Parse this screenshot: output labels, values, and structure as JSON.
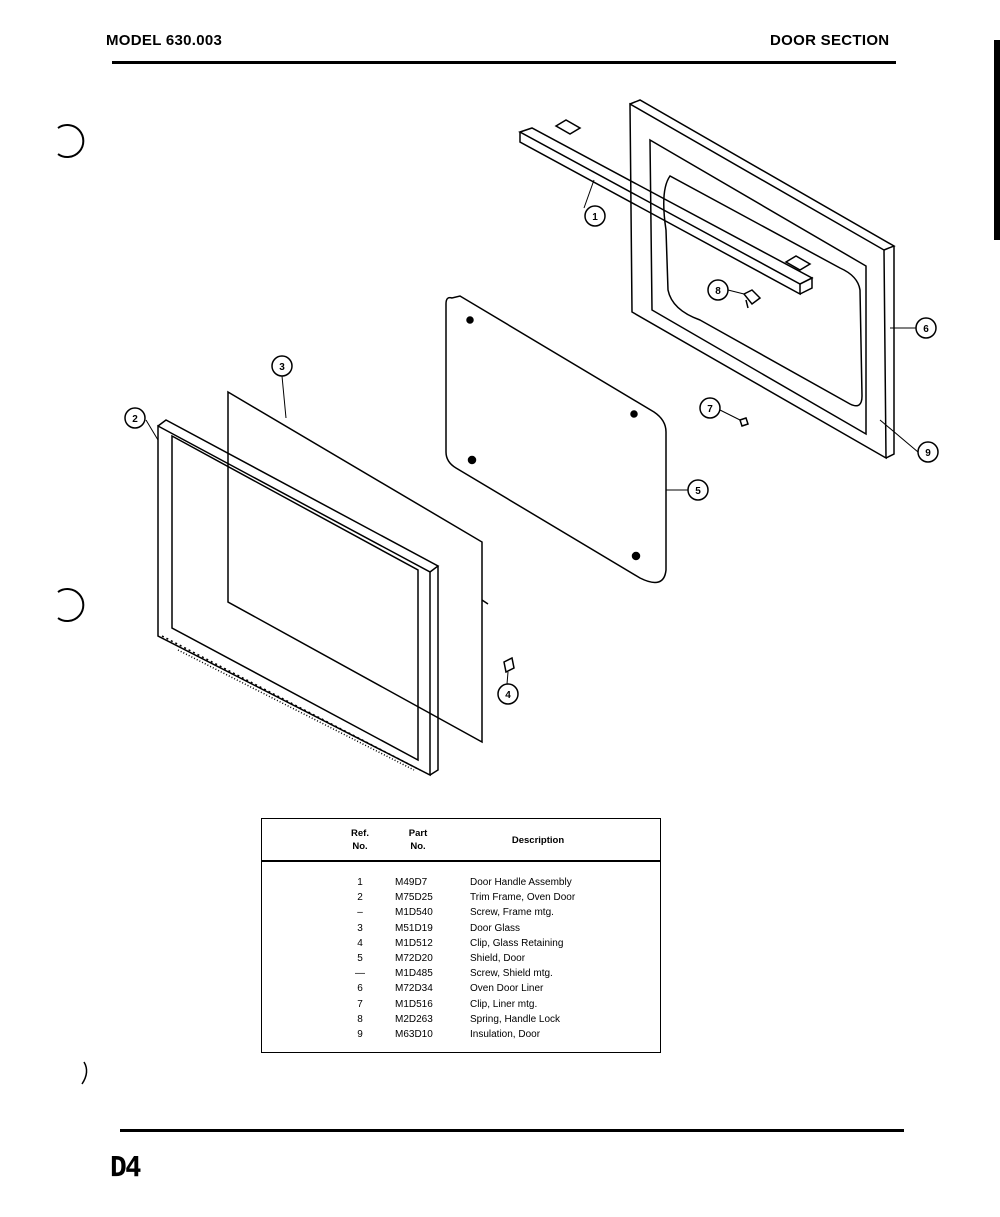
{
  "header": {
    "model": "MODEL 630.003",
    "section": "DOOR SECTION"
  },
  "footer": {
    "page": "D4"
  },
  "callouts": [
    "1",
    "2",
    "3",
    "4",
    "5",
    "6",
    "7",
    "8",
    "9"
  ],
  "parts_table": {
    "headers": {
      "ref_line1": "Ref.",
      "ref_line2": "No.",
      "part_line1": "Part",
      "part_line2": "No.",
      "description": "Description"
    },
    "rows": [
      {
        "ref": "1",
        "part": "M49D7",
        "desc": "Door Handle Assembly"
      },
      {
        "ref": "2",
        "part": "M75D25",
        "desc": "Trim Frame, Oven Door"
      },
      {
        "ref": "–",
        "part": "M1D540",
        "desc": "Screw, Frame mtg."
      },
      {
        "ref": "3",
        "part": "M51D19",
        "desc": "Door Glass"
      },
      {
        "ref": "4",
        "part": "M1D512",
        "desc": "Clip, Glass Retaining"
      },
      {
        "ref": "5",
        "part": "M72D20",
        "desc": "Shield, Door"
      },
      {
        "ref": "—",
        "part": "M1D485",
        "desc": "Screw, Shield mtg."
      },
      {
        "ref": "6",
        "part": "M72D34",
        "desc": "Oven Door Liner"
      },
      {
        "ref": "7",
        "part": "M1D516",
        "desc": "Clip, Liner mtg."
      },
      {
        "ref": "8",
        "part": "M2D263",
        "desc": "Spring, Handle Lock"
      },
      {
        "ref": "9",
        "part": "M63D10",
        "desc": "Insulation, Door"
      }
    ]
  }
}
